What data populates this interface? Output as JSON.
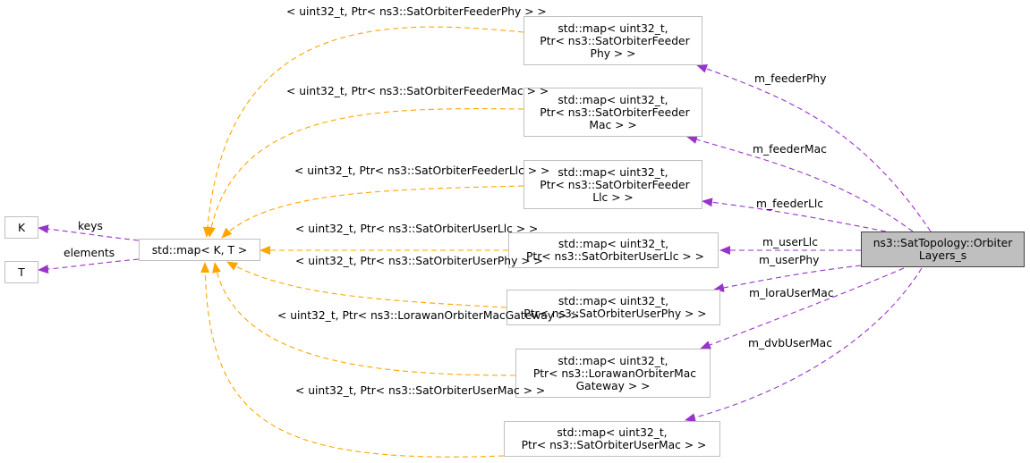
{
  "nodes": {
    "k": [
      "K"
    ],
    "t": [
      "T"
    ],
    "map_kt": [
      "std::map< K, T >"
    ],
    "feeder_phy": [
      "std::map< uint32_t,",
      " Ptr< ns3::SatOrbiterFeeder",
      "Phy > >"
    ],
    "feeder_mac": [
      "std::map< uint32_t,",
      " Ptr< ns3::SatOrbiterFeeder",
      "Mac > >"
    ],
    "feeder_llc": [
      "std::map< uint32_t,",
      " Ptr< ns3::SatOrbiterFeeder",
      "Llc > >"
    ],
    "user_llc": [
      "std::map< uint32_t,",
      " Ptr< ns3::SatOrbiterUserLlc > >"
    ],
    "user_phy": [
      "std::map< uint32_t,",
      " Ptr< ns3::SatOrbiterUserPhy > >"
    ],
    "lora_mac": [
      "std::map< uint32_t,",
      " Ptr< ns3::LorawanOrbiterMac",
      "Gateway > >"
    ],
    "user_mac": [
      "std::map< uint32_t,",
      " Ptr< ns3::SatOrbiterUserMac > >"
    ],
    "main": [
      "ns3::SatTopology::Orbiter",
      "Layers_s"
    ]
  },
  "template_labels": {
    "feeder_phy": [
      "< uint32_t, Ptr< ns3",
      "::SatOrbiterFeederPhy > >"
    ],
    "feeder_mac": [
      "< uint32_t, Ptr< ns3",
      "::SatOrbiterFeederMac > >"
    ],
    "feeder_llc": [
      "< uint32_t, Ptr< ns3",
      "::SatOrbiterFeederLlc > >"
    ],
    "user_llc": [
      "< uint32_t, Ptr< ns3",
      "::SatOrbiterUserLlc > >"
    ],
    "user_phy": [
      "< uint32_t, Ptr< ns3",
      "::SatOrbiterUserPhy > >"
    ],
    "lora_mac": [
      "< uint32_t, Ptr< ns3",
      "::LorawanOrbiterMacGateway > >"
    ],
    "user_mac": [
      "< uint32_t, Ptr< ns3",
      "::SatOrbiterUserMac > >"
    ]
  },
  "member_labels": {
    "keys": "keys",
    "elements": "elements",
    "feeder_phy": "m_feederPhy",
    "feeder_mac": "m_feederMac",
    "feeder_llc": "m_feederLlc",
    "user_llc": "m_userLlc",
    "user_phy": "m_userPhy",
    "lora_mac": "m_loraUserMac",
    "dvb_mac": "m_dvbUserMac"
  },
  "colors": {
    "template_edge": "#ffa500",
    "member_edge": "#9a32cd",
    "node_border": "#bfbfbf",
    "main_fill": "#bfbfbf",
    "main_border": "#444444"
  }
}
